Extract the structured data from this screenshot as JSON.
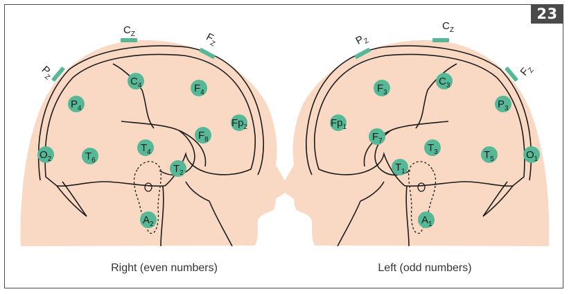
{
  "figure_number": "23",
  "colors": {
    "skin": "#f9d9c4",
    "electrode": "#56b897",
    "outline": "#1a1a1a"
  },
  "panels": [
    {
      "caption": "Right (even numbers)",
      "electrodes": [
        {
          "main": "C",
          "sub": "4"
        },
        {
          "main": "F",
          "sub": "4"
        },
        {
          "main": "P",
          "sub": "4"
        },
        {
          "main": "Fp",
          "sub": "2"
        },
        {
          "main": "F",
          "sub": "8"
        },
        {
          "main": "O",
          "sub": "2"
        },
        {
          "main": "T",
          "sub": "6"
        },
        {
          "main": "T",
          "sub": "4"
        },
        {
          "main": "T",
          "sub": "2"
        },
        {
          "main": "A",
          "sub": "2"
        }
      ],
      "midline": [
        {
          "main": "C",
          "sub": "Z"
        },
        {
          "main": "F",
          "sub": "Z"
        },
        {
          "main": "P",
          "sub": "Z"
        }
      ]
    },
    {
      "caption": "Left (odd numbers)",
      "electrodes": [
        {
          "main": "F",
          "sub": "3"
        },
        {
          "main": "C",
          "sub": "3"
        },
        {
          "main": "P",
          "sub": "3"
        },
        {
          "main": "Fp",
          "sub": "1"
        },
        {
          "main": "F",
          "sub": "7"
        },
        {
          "main": "T",
          "sub": "3"
        },
        {
          "main": "T",
          "sub": "5"
        },
        {
          "main": "O",
          "sub": "1"
        },
        {
          "main": "T",
          "sub": "1"
        },
        {
          "main": "A",
          "sub": "1"
        }
      ],
      "midline": [
        {
          "main": "P",
          "sub": "Z"
        },
        {
          "main": "C",
          "sub": "Z"
        },
        {
          "main": "F",
          "sub": "Z"
        }
      ]
    }
  ]
}
